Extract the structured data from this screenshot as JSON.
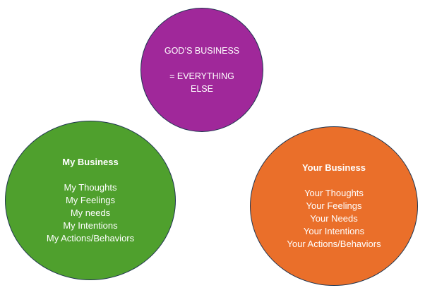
{
  "gods_business": {
    "color": "#a0289a",
    "line1": "GOD’S BUSINESS",
    "line2": "= EVERYTHING",
    "line3": "ELSE"
  },
  "my_business": {
    "color": "#4fa02d",
    "title": "My Business",
    "items": [
      "My Thoughts",
      "My Feelings",
      "My needs",
      "My Intentions",
      "My Actions/Behaviors"
    ]
  },
  "your_business": {
    "color": "#ea6f2a",
    "title": "Your Business",
    "items": [
      "Your Thoughts",
      "Your Feelings",
      "Your Needs",
      "Your Intentions",
      "Your Actions/Behaviors"
    ]
  }
}
